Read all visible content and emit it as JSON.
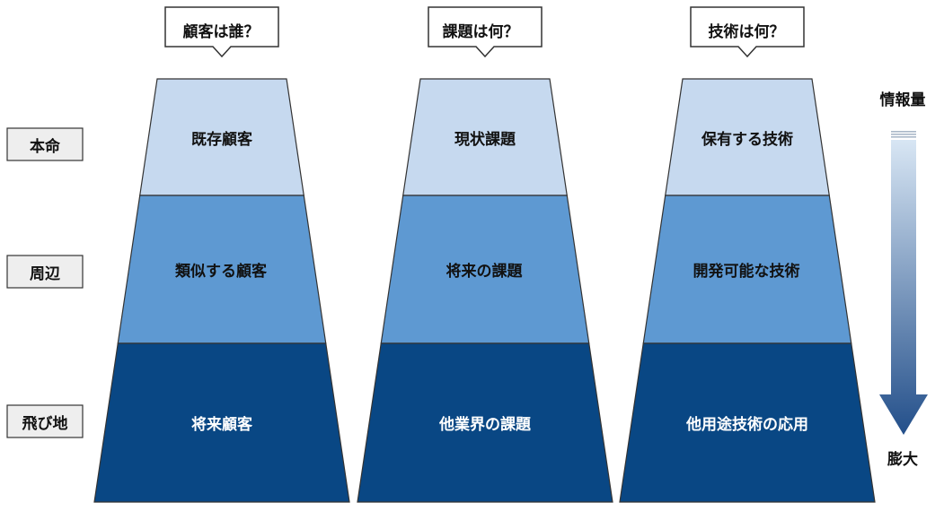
{
  "colors": {
    "level_top": "#c6d9ef",
    "level_middle": "#5e99d2",
    "level_bottom": "#094784",
    "stroke": "#333333",
    "row_label_bg": "#eeeeee",
    "arrow_top": "#d8e6f4",
    "arrow_bottom": "#234f8a"
  },
  "row_labels": [
    "本命",
    "周辺",
    "飛び地"
  ],
  "columns": [
    {
      "header": "顧客は誰？",
      "levels": [
        "既存顧客",
        "類似する顧客",
        "将来顧客"
      ]
    },
    {
      "header": "課題は何？",
      "levels": [
        "現状課題",
        "将来の課題",
        "他業界の課題"
      ]
    },
    {
      "header": "技術は何？",
      "levels": [
        "保有する技術",
        "開発可能な技術",
        "他用途技術の応用"
      ]
    }
  ],
  "info_axis": {
    "top_label": "情報量",
    "bottom_label": "膨大"
  }
}
